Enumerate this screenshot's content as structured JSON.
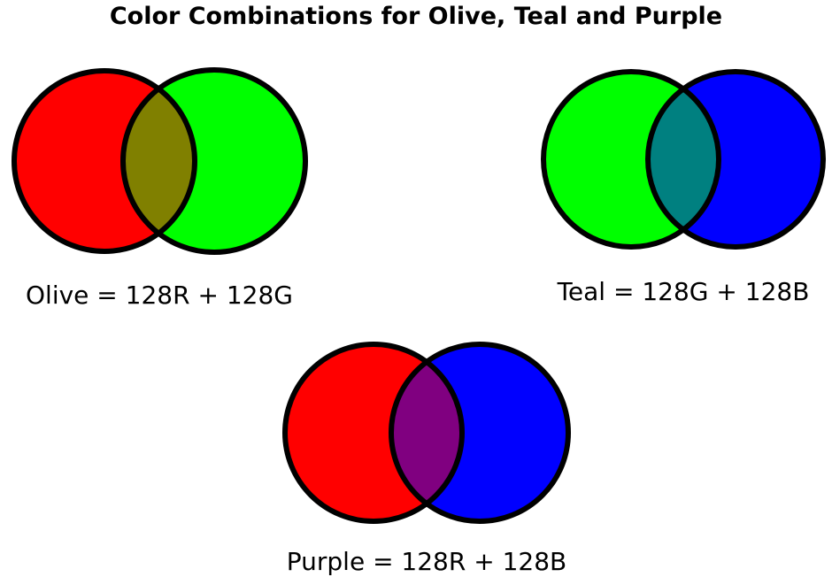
{
  "title": "Color Combinations for Olive, Teal and Purple",
  "diagrams": [
    {
      "name": "olive",
      "label": "Olive = 128R + 128G",
      "left_color": "#ff0000",
      "right_color": "#00ff00",
      "mix_color": "#808000"
    },
    {
      "name": "teal",
      "label": "Teal = 128G + 128B",
      "left_color": "#00ff00",
      "right_color": "#0000ff",
      "mix_color": "#008080"
    },
    {
      "name": "purple",
      "label": "Purple = 128R + 128B",
      "left_color": "#ff0000",
      "right_color": "#0000ff",
      "mix_color": "#800080"
    }
  ]
}
